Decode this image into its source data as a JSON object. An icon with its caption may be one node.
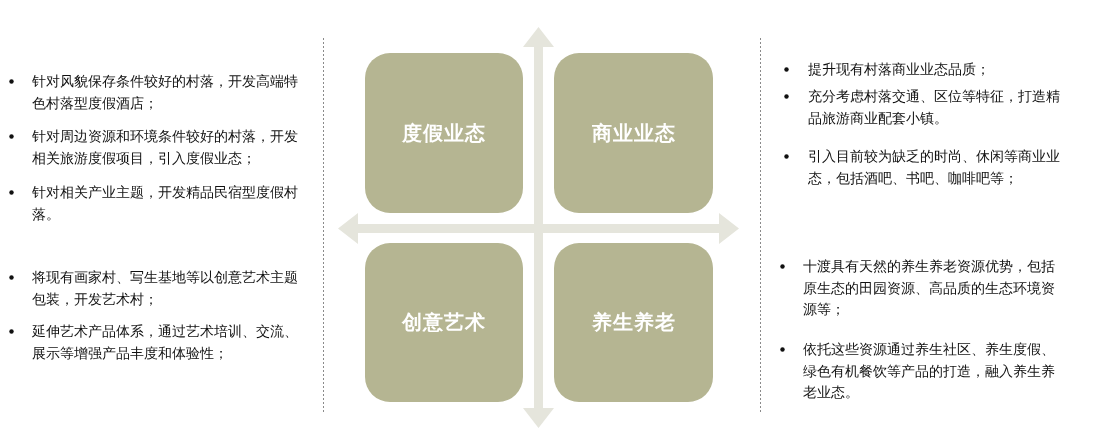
{
  "diagram": {
    "nodes": [
      {
        "text": [
          "度假业态"
        ],
        "beside": [
          "针对风貌保存条件较好的村落，开发高端特色村落型度假酒店；",
          "针对周边资源和环境条件较好的村落，开发相关旅游度假项目，引入度假业态；",
          "针对相关产业主题，开发精品民宿型度假村落。"
        ]
      },
      {
        "text": [
          "商业业态"
        ],
        "beside": [
          "提升现有村落商业业态品质；",
          "充分考虑村落交通、区位等特征，打造精品旅游商业配套小镇。",
          "引入目前较为缺乏的时尚、休闲等商业业态，包括酒吧、书吧、咖啡吧等；"
        ]
      },
      {
        "text": [
          "创意艺术"
        ],
        "beside": [
          "将现有画家村、写生基地等以创意艺术主题包装，开发艺术村；",
          "延伸艺术产品体系，通过艺术培训、交流、展示等增强产品丰度和体验性；"
        ]
      },
      {
        "text": [
          "养生养老"
        ],
        "beside": [
          "十渡具有天然的养生养老资源优势，包括原生态的田园资源、高品质的生态环境资源等；",
          "依托这些资源通过养生社区、养生度假、绿色有机餐饮等产品的打造，融入养生养老业态。"
        ]
      }
    ]
  }
}
